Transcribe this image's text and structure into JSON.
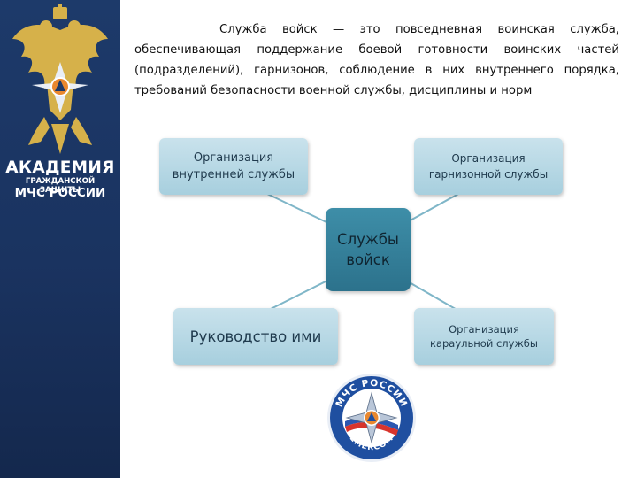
{
  "sidebar": {
    "academy_title": "АКАДЕМИЯ",
    "academy_sub1": "ГРАЖДАНСКОЙ ЗАЩИТЫ",
    "academy_sub2": "МЧС РОССИИ",
    "emblem_icon": "double-headed-eagle-emblem-icon",
    "background_color": "#1d3a6a"
  },
  "definition": {
    "text": "Служба войск — это повседневная воинская служба, обеспечивающая поддержание боевой готовности воинских частей (подразделений), гарнизонов, соблюдение в них внутреннего порядка, требований безопасности военной службы, дисциплины и норм"
  },
  "diagram": {
    "center": {
      "line1": "Службы",
      "line2": "войск"
    },
    "top_left": {
      "line1": "Организация",
      "line2": "внутренней службы"
    },
    "top_right": {
      "line1": "Организация",
      "line2": "гарнизонной службы"
    },
    "bottom_left": {
      "line1": "Руководство ими"
    },
    "bottom_right": {
      "line1": "Организация",
      "line2": "караульной службы"
    },
    "connector_color": "#7fb6c8",
    "center_color": "#2f7c96",
    "node_color": "#b8dae6"
  },
  "logo": {
    "top_text": "МЧС РОССИИ",
    "bottom_text": "EMERCOM",
    "icon": "emercom-logo-icon"
  }
}
